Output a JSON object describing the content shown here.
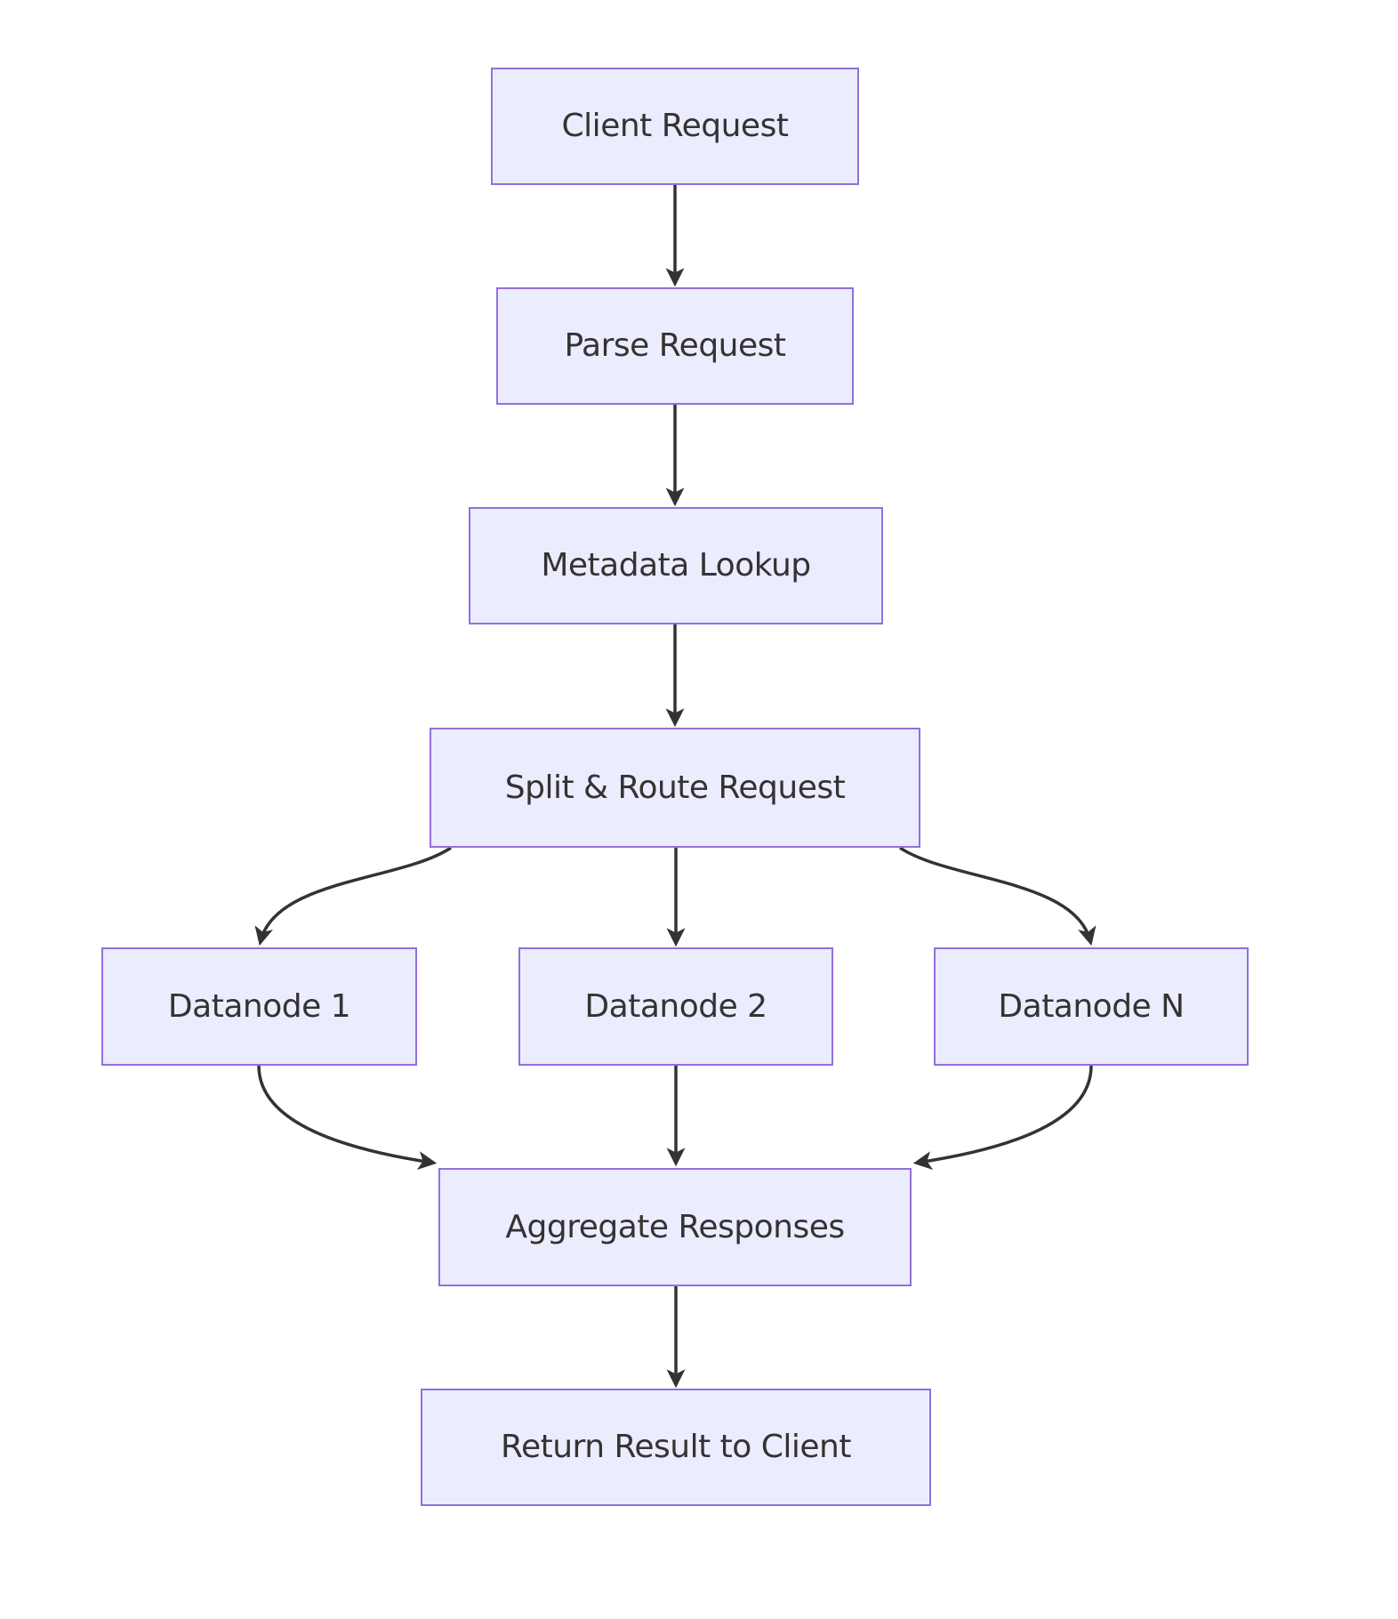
{
  "diagram": {
    "type": "flowchart",
    "direction": "top-down",
    "nodes": {
      "client": {
        "label": "Client Request"
      },
      "parse": {
        "label": "Parse Request"
      },
      "metadata": {
        "label": "Metadata Lookup"
      },
      "split": {
        "label": "Split & Route Request"
      },
      "datanode1": {
        "label": "Datanode 1"
      },
      "datanode2": {
        "label": "Datanode 2"
      },
      "datanodeN": {
        "label": "Datanode N"
      },
      "aggregate": {
        "label": "Aggregate Responses"
      },
      "return": {
        "label": "Return Result to Client"
      }
    },
    "edges": [
      {
        "from": "client",
        "to": "parse"
      },
      {
        "from": "parse",
        "to": "metadata"
      },
      {
        "from": "metadata",
        "to": "split"
      },
      {
        "from": "split",
        "to": "datanode1"
      },
      {
        "from": "split",
        "to": "datanode2"
      },
      {
        "from": "split",
        "to": "datanodeN"
      },
      {
        "from": "datanode1",
        "to": "aggregate"
      },
      {
        "from": "datanode2",
        "to": "aggregate"
      },
      {
        "from": "datanodeN",
        "to": "aggregate"
      },
      {
        "from": "aggregate",
        "to": "return"
      }
    ],
    "colors": {
      "node_fill": "#ECECFF",
      "node_border": "#9370DB",
      "label_text": "#333333",
      "edge": "#333333",
      "background": "#FFFFFF"
    }
  }
}
